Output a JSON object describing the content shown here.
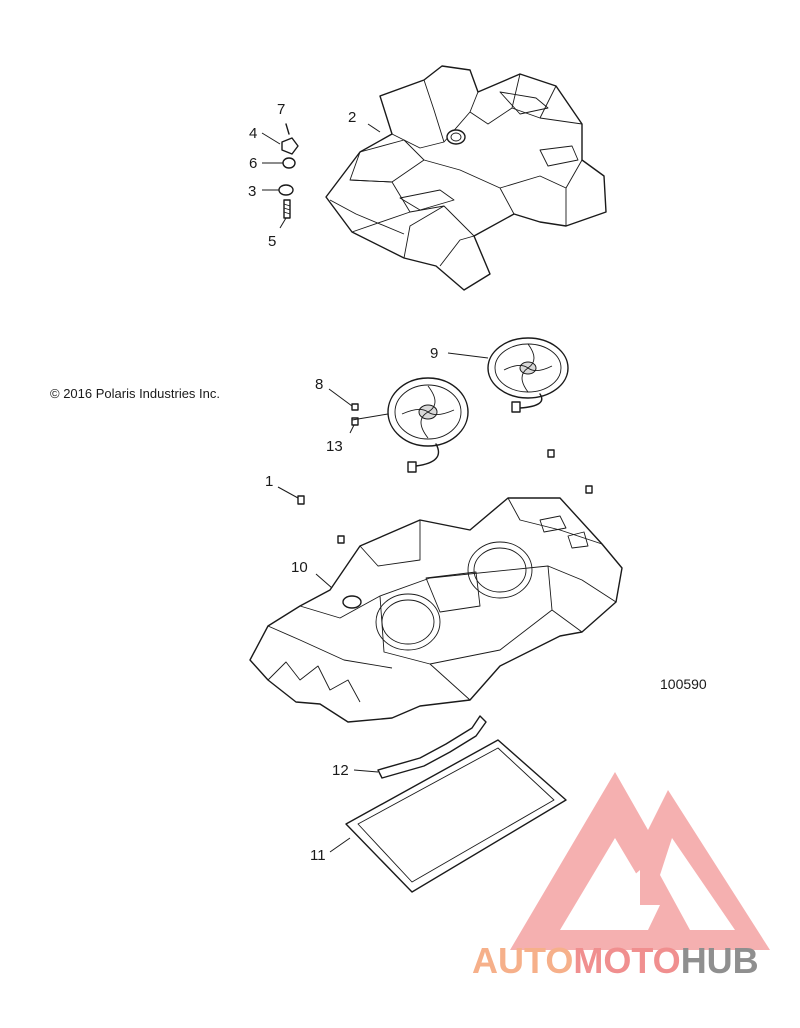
{
  "copyright": "© 2016 Polaris Industries Inc.",
  "diagram_number": "100590",
  "callouts": {
    "c1": "1",
    "c2": "2",
    "c3": "3",
    "c4": "4",
    "c5": "5",
    "c6": "6",
    "c7": "7",
    "c8": "8",
    "c9": "9",
    "c10": "10",
    "c11": "11",
    "c12": "12",
    "c13": "13"
  },
  "watermark": {
    "part1": "AUTO",
    "part2": "MOTO",
    "part3": "HUB",
    "colors": {
      "auto": "#f6b08a",
      "moto": "#f08f8f",
      "hub": "#8f8f8f",
      "logo": "#f4a3a3"
    }
  }
}
